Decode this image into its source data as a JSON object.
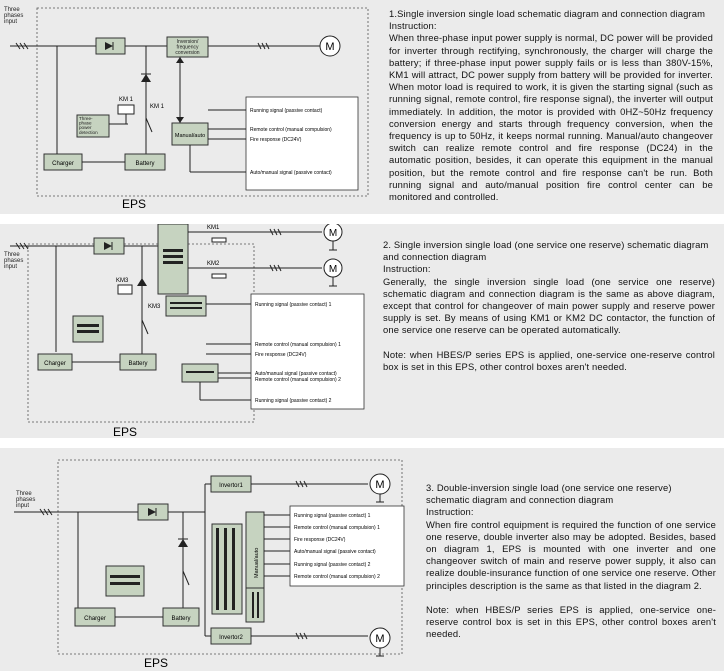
{
  "common": {
    "three_phase_label": [
      "Three",
      "phases",
      "input"
    ],
    "eps_label": "EPS",
    "motor_symbol": "M",
    "charger": "Charger",
    "battery": "Battery"
  },
  "panel1": {
    "title": "1.Single inversion single load schematic diagram and connection diagram",
    "instruction_label": "Instruction:",
    "instruction": "When three-phase input power supply is normal, DC power will be provided for inverter through rectifying, synchronously, the charger will charge the battery; if three-phase input power supply fails or is less than 380V-15%, KM1 will attract, DC power supply from battery will be provided for inverter. When motor load is required to work, it is given the starting signal (such as running signal, remote control, fire response signal), the inverter will output immediately. In addition, the motor is provided with 0HZ~50Hz frequency conversion energy and starts through frequency conversion, when the frequency is up to 50Hz, it keeps normal running. Manual/auto changeover switch can realize remote control and fire response (DC24) in the automatic position, besides, it can operate this equipment in the manual position, but the remote control and fire response can't be run. Both running signal and auto/manual position fire control center can be monitored and controlled.",
    "inverter_label": [
      "Inversion/",
      "frequency",
      "conversion"
    ],
    "km_label": "KM 1",
    "km_switch_label": "KM 1",
    "detection_label": [
      "Three-",
      "phase",
      "power",
      "detection"
    ],
    "manual_label": "Manual/auto",
    "signals": [
      "Running signal (passive contact)",
      "Remote control (manual compulsion)",
      "Fire response (DC24V)",
      "Auto/manual signal (passive contact)"
    ]
  },
  "panel2": {
    "title": "2. Single inversion single load (one service one reserve) schematic diagram and connection diagram",
    "instruction_label": "Instruction:",
    "instruction": "Generally, the single inversion single load (one service one reserve) schematic diagram and connection diagram is the same as above diagram, except that control for changeover of main power supply and reserve power supply is set. By means of using KM1 or KM2 DC contactor, the function of one service one reserve can be operated automatically.",
    "note": "Note: when HBES/P series EPS is applied, one-service one-reserve control box is set in this EPS, other control boxes aren't needed.",
    "km1": "KM1",
    "km2": "KM2",
    "km3": "KM3",
    "km3b": "KM3",
    "signals": [
      "Running signal (passive contact) 1",
      "Remote control (manual compulsion) 1",
      "Fire response (DC24V)",
      "Auto/manual signal (passive contact)",
      "Remote control (manual compulsion) 2",
      "Running signal (passive contact) 2"
    ]
  },
  "panel3": {
    "title": "3. Double-inversion single load (one service one reserve) schematic diagram and connection diagram",
    "instruction_label": "Instruction:",
    "instruction": "When fire control equipment is required the function of one service one reserve, double inverter also may be adopted. Besides, based on diagram 1, EPS is mounted with one inverter and one changeover switch of main and reserve power supply, it also can realize double-insurance function of one service one reserve. Other principles description is the same as that listed in the diagram 2.",
    "note": "Note: when HBES/P series EPS is applied, one-service one-reserve control box is set in this EPS, other control boxes aren't needed.",
    "inverter1": "Invertor1",
    "inverter2": "Invertor2",
    "manual_label": "Manual/auto",
    "signals": [
      "Running signal (passive contact) 1",
      "Remote control (manual compulsion) 1",
      "Fire response (DC24V)",
      "Auto/manual signal (passive contact)",
      "Running signal (passive contact) 2",
      "Remote control (manual compulsion) 2"
    ]
  }
}
